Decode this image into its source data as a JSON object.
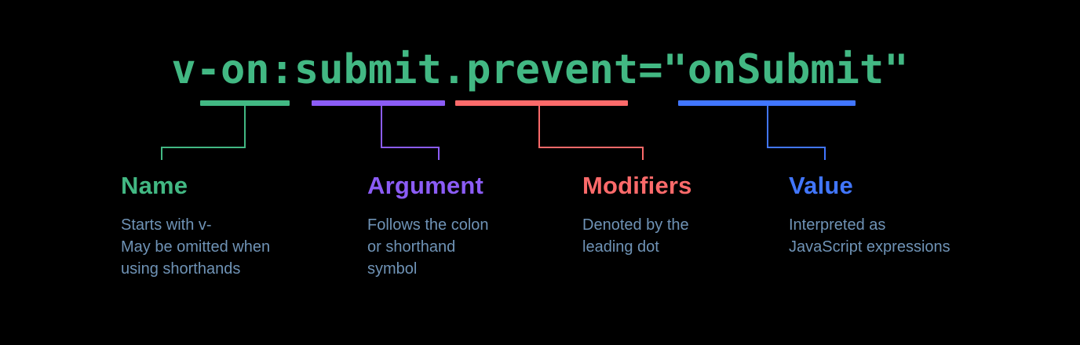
{
  "diagram": {
    "code": "v-on:submit.prevent=\"onSubmit\"",
    "code_color": "#42b883",
    "background": "#000000",
    "description_color": "#6f93b6",
    "parts": [
      {
        "key": "name",
        "title": "Name",
        "description": "Starts with v-\nMay be omitted when\nusing shorthands",
        "color": "#42b883",
        "code_fragment": "v-on"
      },
      {
        "key": "argument",
        "title": "Argument",
        "description": "Follows the colon\nor shorthand\nsymbol",
        "color": "#8b5cf6",
        "code_fragment": "submit"
      },
      {
        "key": "modifiers",
        "title": "Modifiers",
        "description": "Denoted by the\nleading dot",
        "color": "#fc6a6a",
        "code_fragment": ".prevent"
      },
      {
        "key": "value",
        "title": "Value",
        "description": "Interpreted as\nJavaScript expressions",
        "color": "#4176ff",
        "code_fragment": "\"onSubmit\""
      }
    ]
  }
}
